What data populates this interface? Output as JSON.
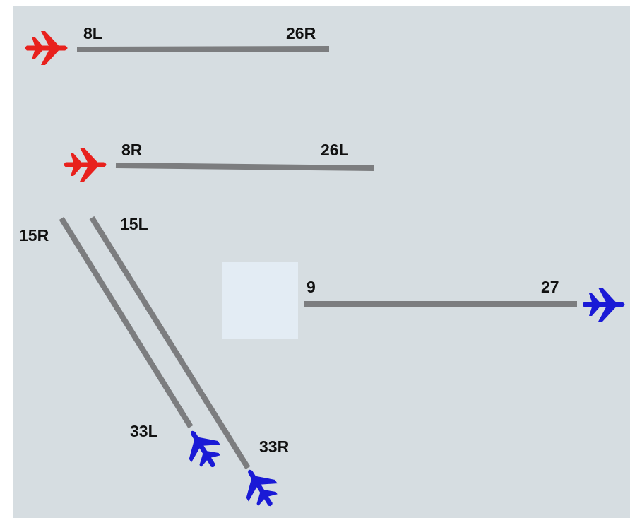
{
  "colors": {
    "background": "#d6dde1",
    "runway": "#7c7d7f",
    "departure_aircraft": "#e8211d",
    "arrival_aircraft": "#1a1ad6",
    "blank_box": "#e3ecf4"
  },
  "runways": [
    {
      "id": "8L-26R",
      "end_a": "8L",
      "end_b": "26R"
    },
    {
      "id": "8R-26L",
      "end_a": "8R",
      "end_b": "26L"
    },
    {
      "id": "15R-33L",
      "end_a": "15R",
      "end_b": "33L"
    },
    {
      "id": "15L-33R",
      "end_a": "15L",
      "end_b": "33R"
    },
    {
      "id": "9-27",
      "end_a": "9",
      "end_b": "27"
    }
  ],
  "aircraft": [
    {
      "name": "aircraft-8L",
      "runway_end": "8L",
      "status": "red"
    },
    {
      "name": "aircraft-8R",
      "runway_end": "8R",
      "status": "red"
    },
    {
      "name": "aircraft-27",
      "runway_end": "27",
      "status": "blue"
    },
    {
      "name": "aircraft-33L",
      "runway_end": "33L",
      "status": "blue"
    },
    {
      "name": "aircraft-33R",
      "runway_end": "33R",
      "status": "blue"
    }
  ],
  "icons": {
    "aircraft": "airplane-icon"
  }
}
